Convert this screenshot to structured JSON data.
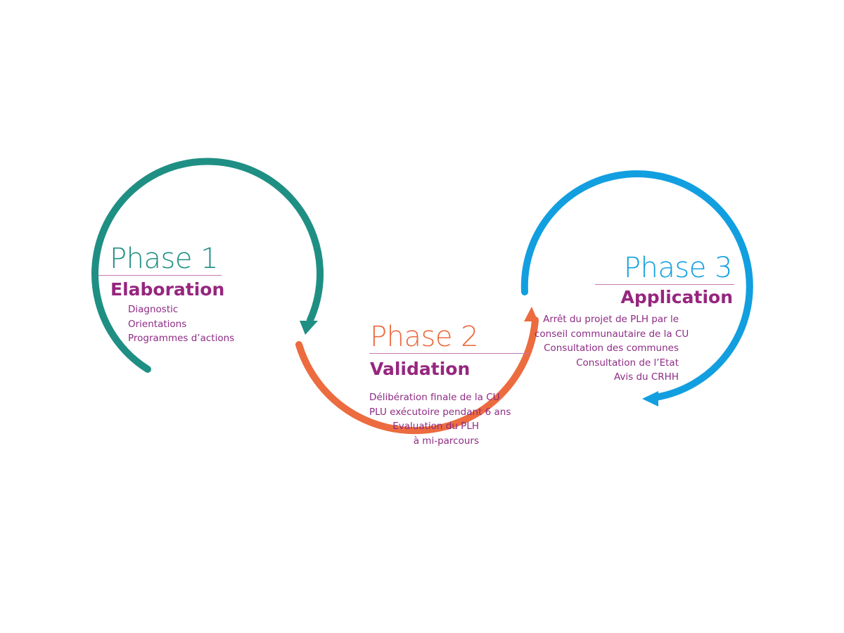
{
  "colors": {
    "phase1": "#1f8f84",
    "phase2": "#ec6b3f",
    "phase3": "#129fe0",
    "subtitle": "#96267f",
    "text": "#8e2b84",
    "rule": "#c779b4"
  },
  "phases": [
    {
      "title": "Phase 1",
      "subtitle": "Elaboration",
      "items": [
        "Diagnostic",
        "Orientations",
        "Programmes d’actions"
      ]
    },
    {
      "title": "Phase 2",
      "subtitle": "Validation",
      "items": [
        "Délibération finale de la CU",
        "PLU exécutoire pendant 6 ans",
        "Evaluation du PLH",
        "à mi-parcours"
      ]
    },
    {
      "title": "Phase 3",
      "subtitle": "Application",
      "items": [
        "Arrêt du projet de PLH par le",
        "conseil communautaire de la CU",
        "Consultation des communes",
        "Consultation de l’Etat",
        "Avis du CRHH"
      ]
    }
  ]
}
